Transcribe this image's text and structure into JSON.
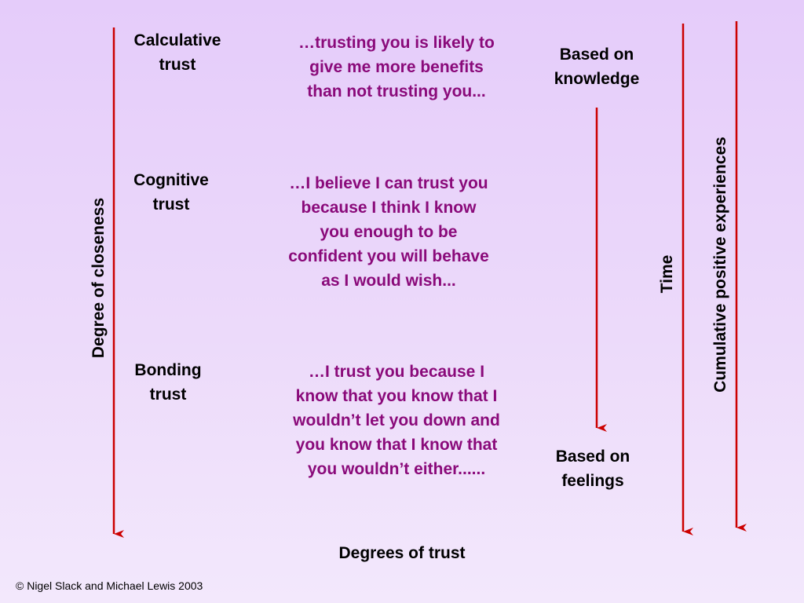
{
  "diagram": {
    "levels": [
      {
        "name": "Calculative\ntrust",
        "quote": "…trusting you is likely to\ngive me more benefits\nthan not trusting you..."
      },
      {
        "name": "Cognitive\ntrust",
        "quote": "…I believe I can trust you\nbecause I think I know\nyou enough to be\nconfident you will behave\nas I would wish..."
      },
      {
        "name": "Bonding\ntrust",
        "quote": "…I trust you because I\nknow that you know that I\nwouldn’t let you down and\nyou know that I know that\nyou wouldn’t either......"
      }
    ],
    "basis_top": "Based on\nknowledge",
    "basis_bottom": "Based on\nfeelings",
    "axis_left": "Degree of closeness",
    "axis_time": "Time",
    "axis_experience": "Cumulative positive experiences",
    "axis_bottom": "Degrees of trust"
  },
  "footer": {
    "copyright": "© Nigel Slack and Michael Lewis 2003"
  },
  "colors": {
    "arrow": "#cc0000",
    "quote_text": "#8a0a7a"
  }
}
